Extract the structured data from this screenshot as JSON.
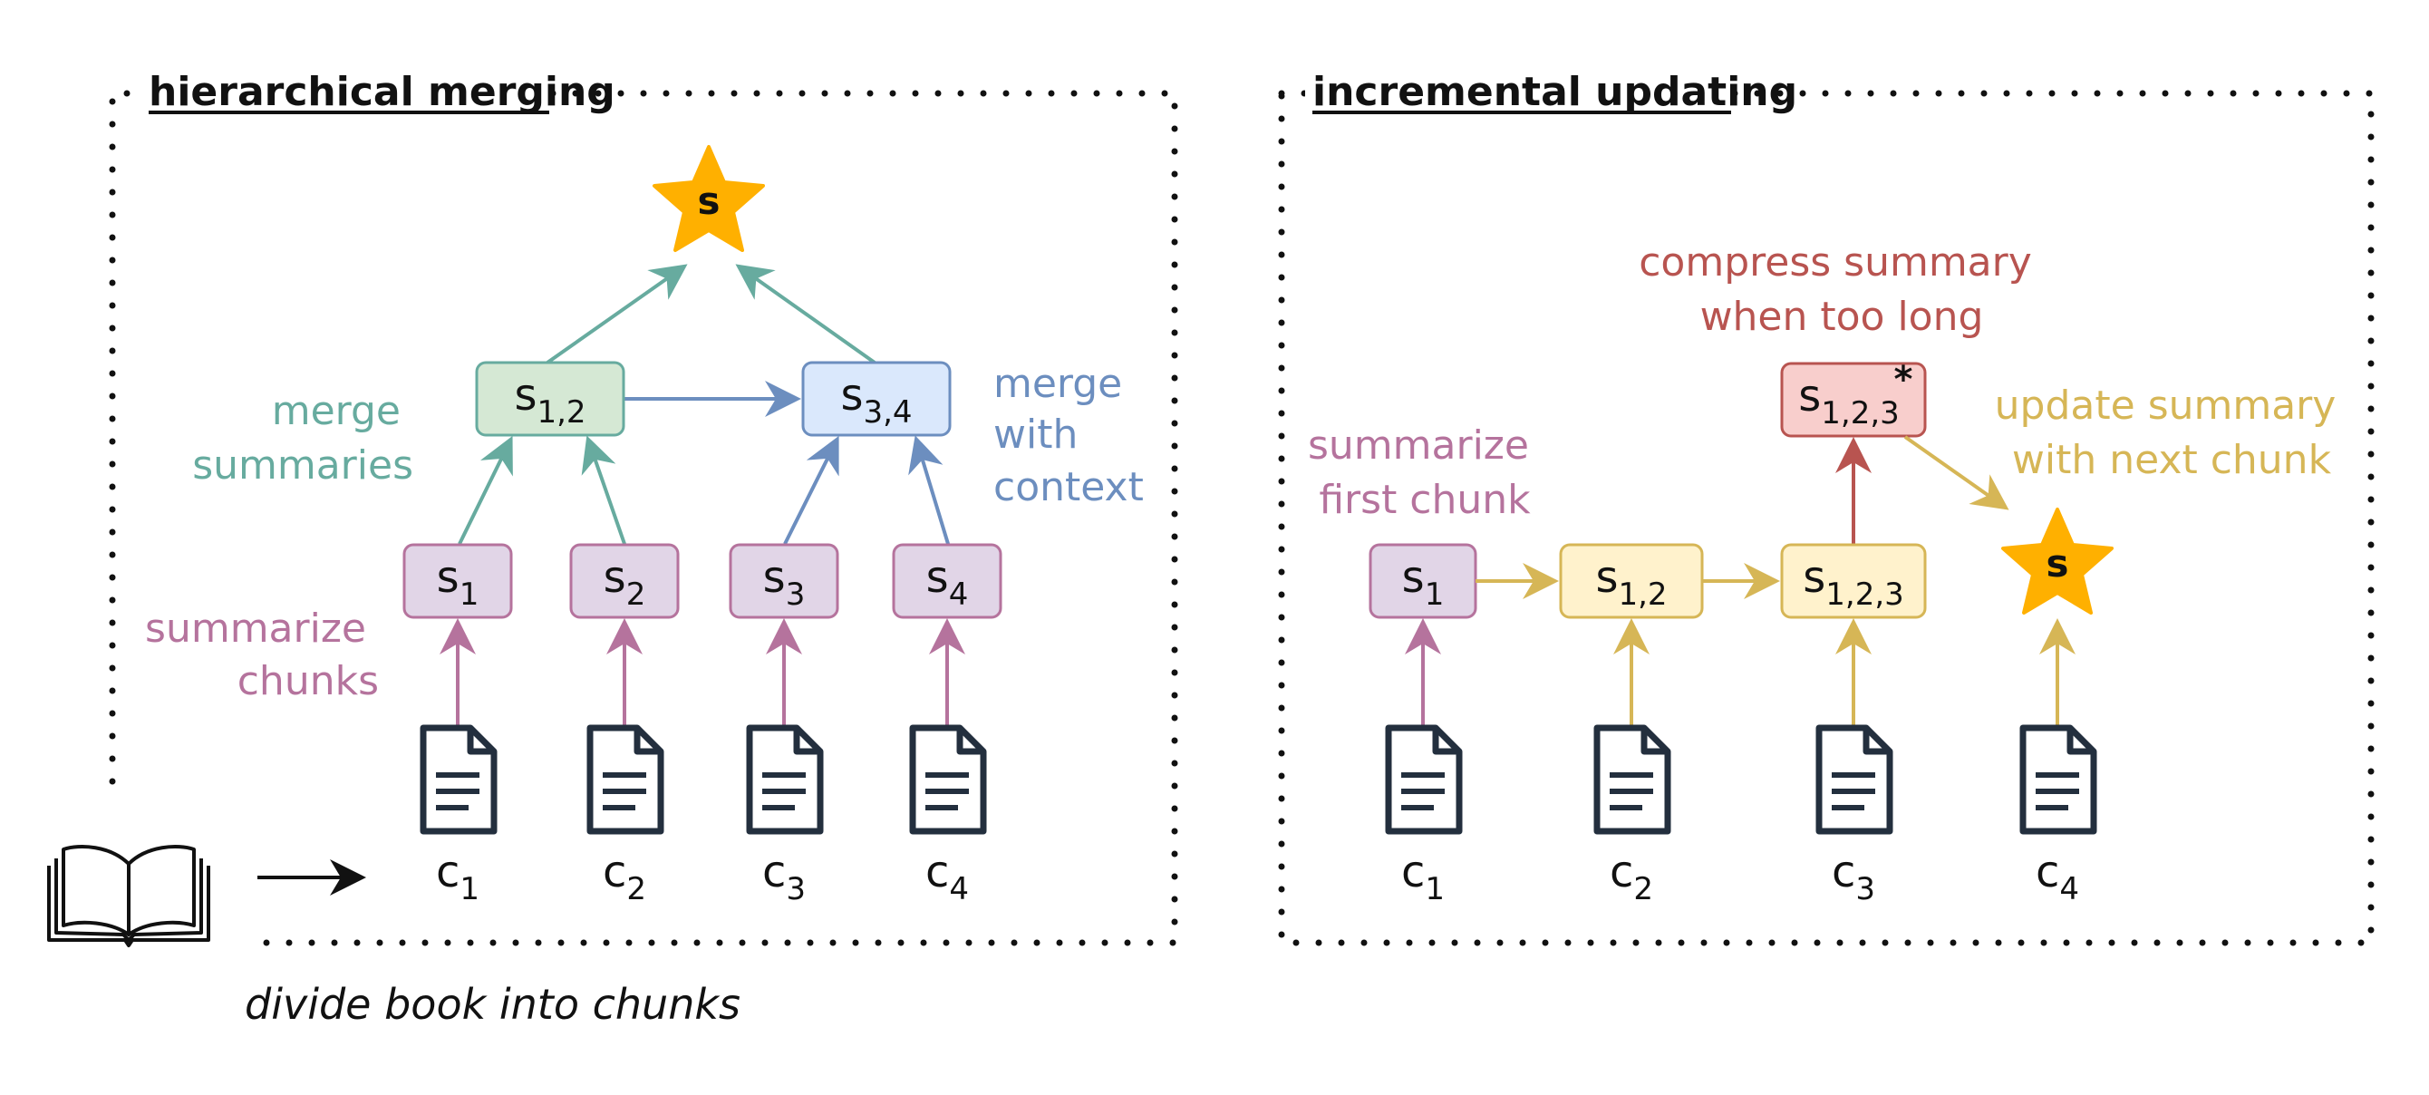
{
  "colors": {
    "purple": "#b5739d",
    "purple_fill": "#e1d5e7",
    "green": "#67ab9f",
    "green_fill": "#d5e8d4",
    "blue": "#6c8ebf",
    "blue_fill": "#dae8fc",
    "yellow": "#d6b656",
    "yellow_fill": "#fff2cc",
    "red": "#b85450",
    "red_fill": "#f8cecc",
    "star": "#ffb000",
    "doc": "#232f3e",
    "text": "#111111"
  },
  "left_panel": {
    "title": "hierarchical merging",
    "root": {
      "label": "s"
    },
    "merge_nodes": [
      {
        "base": "s",
        "sub": "1,2"
      },
      {
        "base": "s",
        "sub": "3,4"
      }
    ],
    "summary_nodes": [
      {
        "base": "s",
        "sub": "1"
      },
      {
        "base": "s",
        "sub": "2"
      },
      {
        "base": "s",
        "sub": "3"
      },
      {
        "base": "s",
        "sub": "4"
      }
    ],
    "chunks": [
      {
        "base": "c",
        "sub": "1"
      },
      {
        "base": "c",
        "sub": "2"
      },
      {
        "base": "c",
        "sub": "3"
      },
      {
        "base": "c",
        "sub": "4"
      }
    ],
    "annotations": {
      "merge_summaries": [
        "merge",
        "summaries"
      ],
      "merge_with_context": [
        "merge",
        "with",
        "context"
      ],
      "summarize_chunks": [
        "summarize",
        "chunks"
      ]
    }
  },
  "right_panel": {
    "title": "incremental updating",
    "nodes": [
      {
        "base": "s",
        "sub": "1"
      },
      {
        "base": "s",
        "sub": "1,2"
      },
      {
        "base": "s",
        "sub": "1,2,3"
      }
    ],
    "compressed": {
      "base": "s",
      "sub": "1,2,3",
      "mark": "*"
    },
    "final": {
      "label": "s"
    },
    "chunks": [
      {
        "base": "c",
        "sub": "1"
      },
      {
        "base": "c",
        "sub": "2"
      },
      {
        "base": "c",
        "sub": "3"
      },
      {
        "base": "c",
        "sub": "4"
      }
    ],
    "annotations": {
      "compress": [
        "compress summary",
        "when too long"
      ],
      "summarize_first": [
        "summarize",
        "first chunk"
      ],
      "update": [
        "update summary",
        "with next chunk"
      ]
    }
  },
  "caption": "divide book into chunks"
}
